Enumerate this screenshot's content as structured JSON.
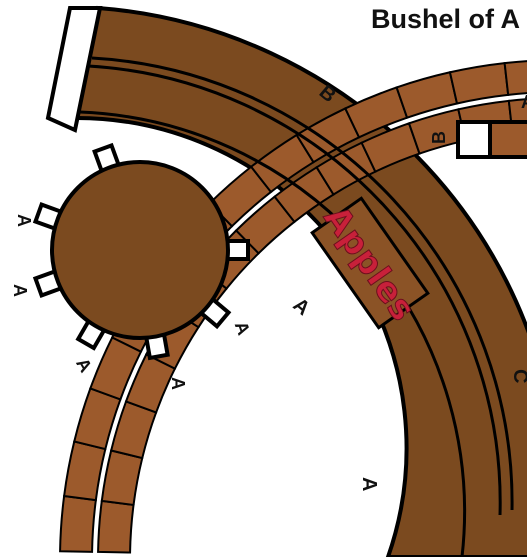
{
  "piece_title": "Bushel of A",
  "sign": {
    "text": "Apples"
  },
  "arc_markers": {
    "outer": "B",
    "inner_mid": "A",
    "inner_low": "A",
    "right_edge": "C"
  },
  "table_markers": [
    "A",
    "A",
    "A",
    "A",
    "A"
  ],
  "small_piece_markers": {
    "left": "B",
    "top": "A"
  },
  "colors": {
    "wood_dark": "#7b4a1f",
    "wood_plank": "#9c5a2c",
    "outline": "#000000",
    "sign_text": "#c8203a",
    "background": "#ffffff"
  }
}
